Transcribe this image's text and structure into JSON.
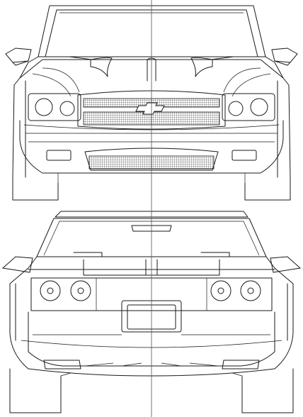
{
  "drawing": {
    "subject": "car-blueprint",
    "views": [
      {
        "id": "front",
        "name": "front-view"
      },
      {
        "id": "rear",
        "name": "rear-view"
      }
    ],
    "line_color": "#1a1a1a",
    "background": "#ffffff"
  }
}
